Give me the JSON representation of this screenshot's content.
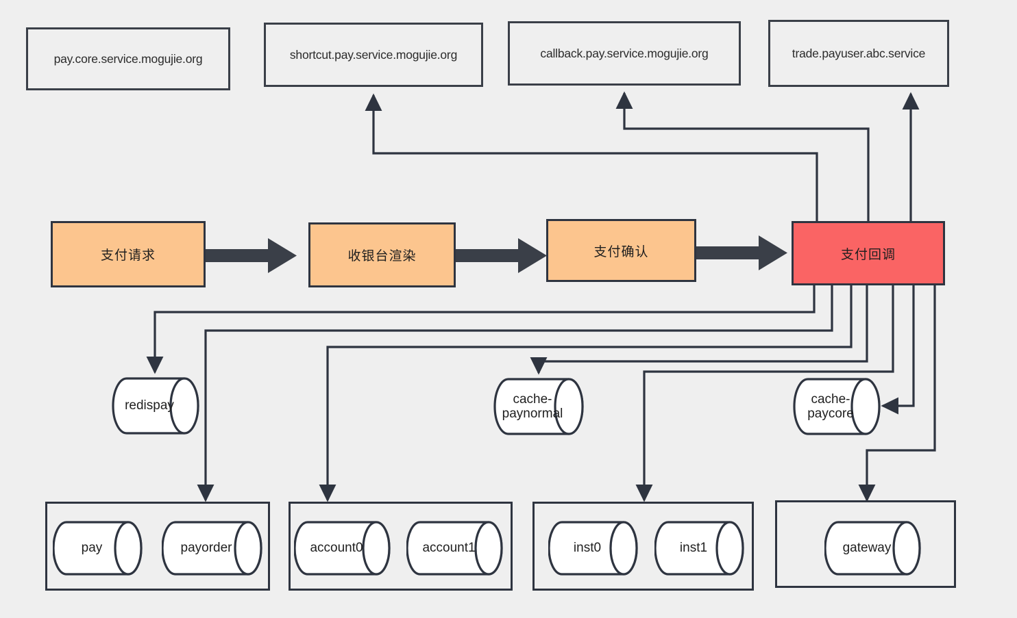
{
  "diagram": {
    "title": "Payment service dependency diagram",
    "background_color": "#efefef",
    "colors": {
      "stroke": "#2e3440",
      "service_box_stroke": "#3a3f48",
      "stage_orange": "#fcc58e",
      "stage_red": "#fa6464",
      "cylinder_fill": "#ffffff",
      "text": "#1f1f1f"
    },
    "services": [
      {
        "id": "pay-core",
        "label": "pay.core.service.mogujie.org"
      },
      {
        "id": "shortcut-pay",
        "label": "shortcut.pay.service.mogujie.org"
      },
      {
        "id": "callback-pay",
        "label": "callback.pay.service.mogujie.org"
      },
      {
        "id": "trade-payuser",
        "label": "trade.payuser.abc.service"
      }
    ],
    "stages": [
      {
        "id": "pay-request",
        "label": "支付请求",
        "color": "orange"
      },
      {
        "id": "cashier-render",
        "label": "收银台渲染",
        "color": "orange"
      },
      {
        "id": "pay-confirm",
        "label": "支付确认",
        "color": "orange"
      },
      {
        "id": "pay-callback",
        "label": "支付回调",
        "color": "red"
      }
    ],
    "caches": [
      {
        "id": "redispay",
        "label": "redispay"
      },
      {
        "id": "cache-paynormal",
        "label": "cache-\npaynormal",
        "line1": "cache-",
        "line2": "paynormal"
      },
      {
        "id": "cache-paycore",
        "label": "cache-\npaycore",
        "line1": "cache-",
        "line2": "paycore"
      }
    ],
    "groups": [
      {
        "id": "group-pay",
        "databases": [
          {
            "id": "pay",
            "label": "pay"
          },
          {
            "id": "payorder",
            "label": "payorder"
          }
        ]
      },
      {
        "id": "group-account",
        "databases": [
          {
            "id": "account0",
            "label": "account0"
          },
          {
            "id": "account1",
            "label": "account1"
          }
        ]
      },
      {
        "id": "group-inst",
        "databases": [
          {
            "id": "inst0",
            "label": "inst0"
          },
          {
            "id": "inst1",
            "label": "inst1"
          }
        ]
      },
      {
        "id": "group-gateway",
        "databases": [
          {
            "id": "gateway",
            "label": "gateway"
          }
        ]
      }
    ],
    "flow_arrows": [
      {
        "from": "pay-request",
        "to": "cashier-render"
      },
      {
        "from": "cashier-render",
        "to": "pay-confirm"
      },
      {
        "from": "pay-confirm",
        "to": "pay-callback"
      }
    ],
    "connections": [
      {
        "from": "pay-callback",
        "to": "shortcut-pay"
      },
      {
        "from": "pay-callback",
        "to": "callback-pay"
      },
      {
        "from": "pay-callback",
        "to": "trade-payuser"
      },
      {
        "from": "pay-callback",
        "to": "redispay"
      },
      {
        "from": "pay-callback",
        "to": "group-pay"
      },
      {
        "from": "pay-callback",
        "to": "group-account"
      },
      {
        "from": "pay-callback",
        "to": "cache-paynormal"
      },
      {
        "from": "pay-callback",
        "to": "group-inst"
      },
      {
        "from": "pay-callback",
        "to": "cache-paycore"
      },
      {
        "from": "pay-callback",
        "to": "group-gateway"
      }
    ]
  }
}
